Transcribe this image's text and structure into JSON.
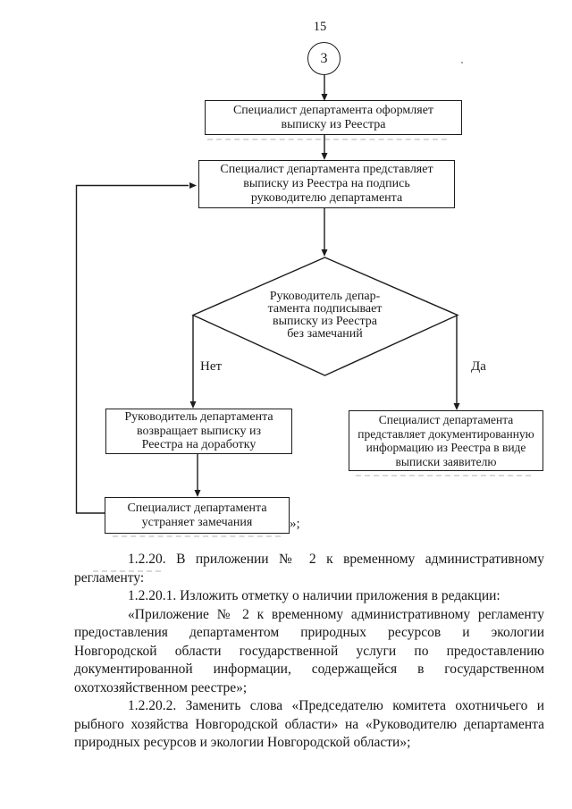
{
  "page": {
    "number": "15"
  },
  "colors": {
    "ink": "#1c1c1c",
    "paper": "#ffffff"
  },
  "flowchart": {
    "connector_label": "3",
    "boxes": {
      "format_extract": {
        "lines": [
          "Специалист департамента оформляет",
          "выписку из Реестра"
        ]
      },
      "submit_for_signature": {
        "lines": [
          "Специалист департамента представляет",
          "выписку из Реестра на подпись",
          "руководителю департамента"
        ]
      },
      "decision": {
        "lines": [
          "Руководитель депар-",
          "тамента подписывает",
          "выписку из Реестра",
          "без замечаний"
        ]
      },
      "return_for_revision": {
        "lines": [
          "Руководитель департамента",
          "возвращает выписку из",
          "Реестра на доработку"
        ]
      },
      "provide_to_applicant": {
        "lines": [
          "Специалист департамента",
          "представляет документированную",
          "информацию из Реестра в виде",
          "выписки заявителю"
        ]
      },
      "fix_remarks": {
        "lines": [
          "Специалист департамента",
          "устраняет замечания"
        ]
      }
    },
    "labels": {
      "no": "Нет",
      "yes": "Да",
      "closing_quote": "»;"
    }
  },
  "body_text": {
    "lines": [
      "1.2.20. В приложении № 2 к временному административному",
      "регламенту:",
      "1.2.20.1. Изложить отметку о наличии приложения в редакции:",
      "«Приложение № 2 к временному административному регламенту",
      "предоставления департаментом природных ресурсов и экологии",
      "Новгородской области государственной услуги по предоставлению",
      "документированной информации, содержащейся в государственном",
      "охотхозяйственном реестре»;",
      "1.2.20.2. Заменить слова «Председателю комитета охотничьего и",
      "рыбного хозяйства Новгородской области» на «Руководителю департамента",
      "природных ресурсов и экологии Новгородской области»;"
    ]
  }
}
